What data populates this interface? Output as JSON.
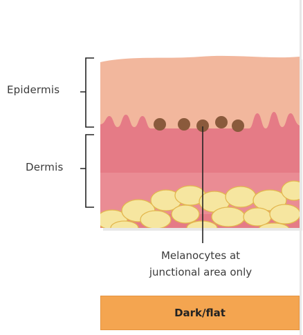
{
  "labels": {
    "epidermis": "Epidermis",
    "dermis": "Dermis"
  },
  "callout": {
    "line1": "Melanocytes at",
    "line2": "junctional area only"
  },
  "lesion_type": {
    "label": "Dark/flat"
  },
  "colors": {
    "epidermis": "#f2b79d",
    "dermis": "#e57b86",
    "fat": "#f6e6a0",
    "melanocyte": "#8a5a3c",
    "label_box": "#f4a550"
  }
}
